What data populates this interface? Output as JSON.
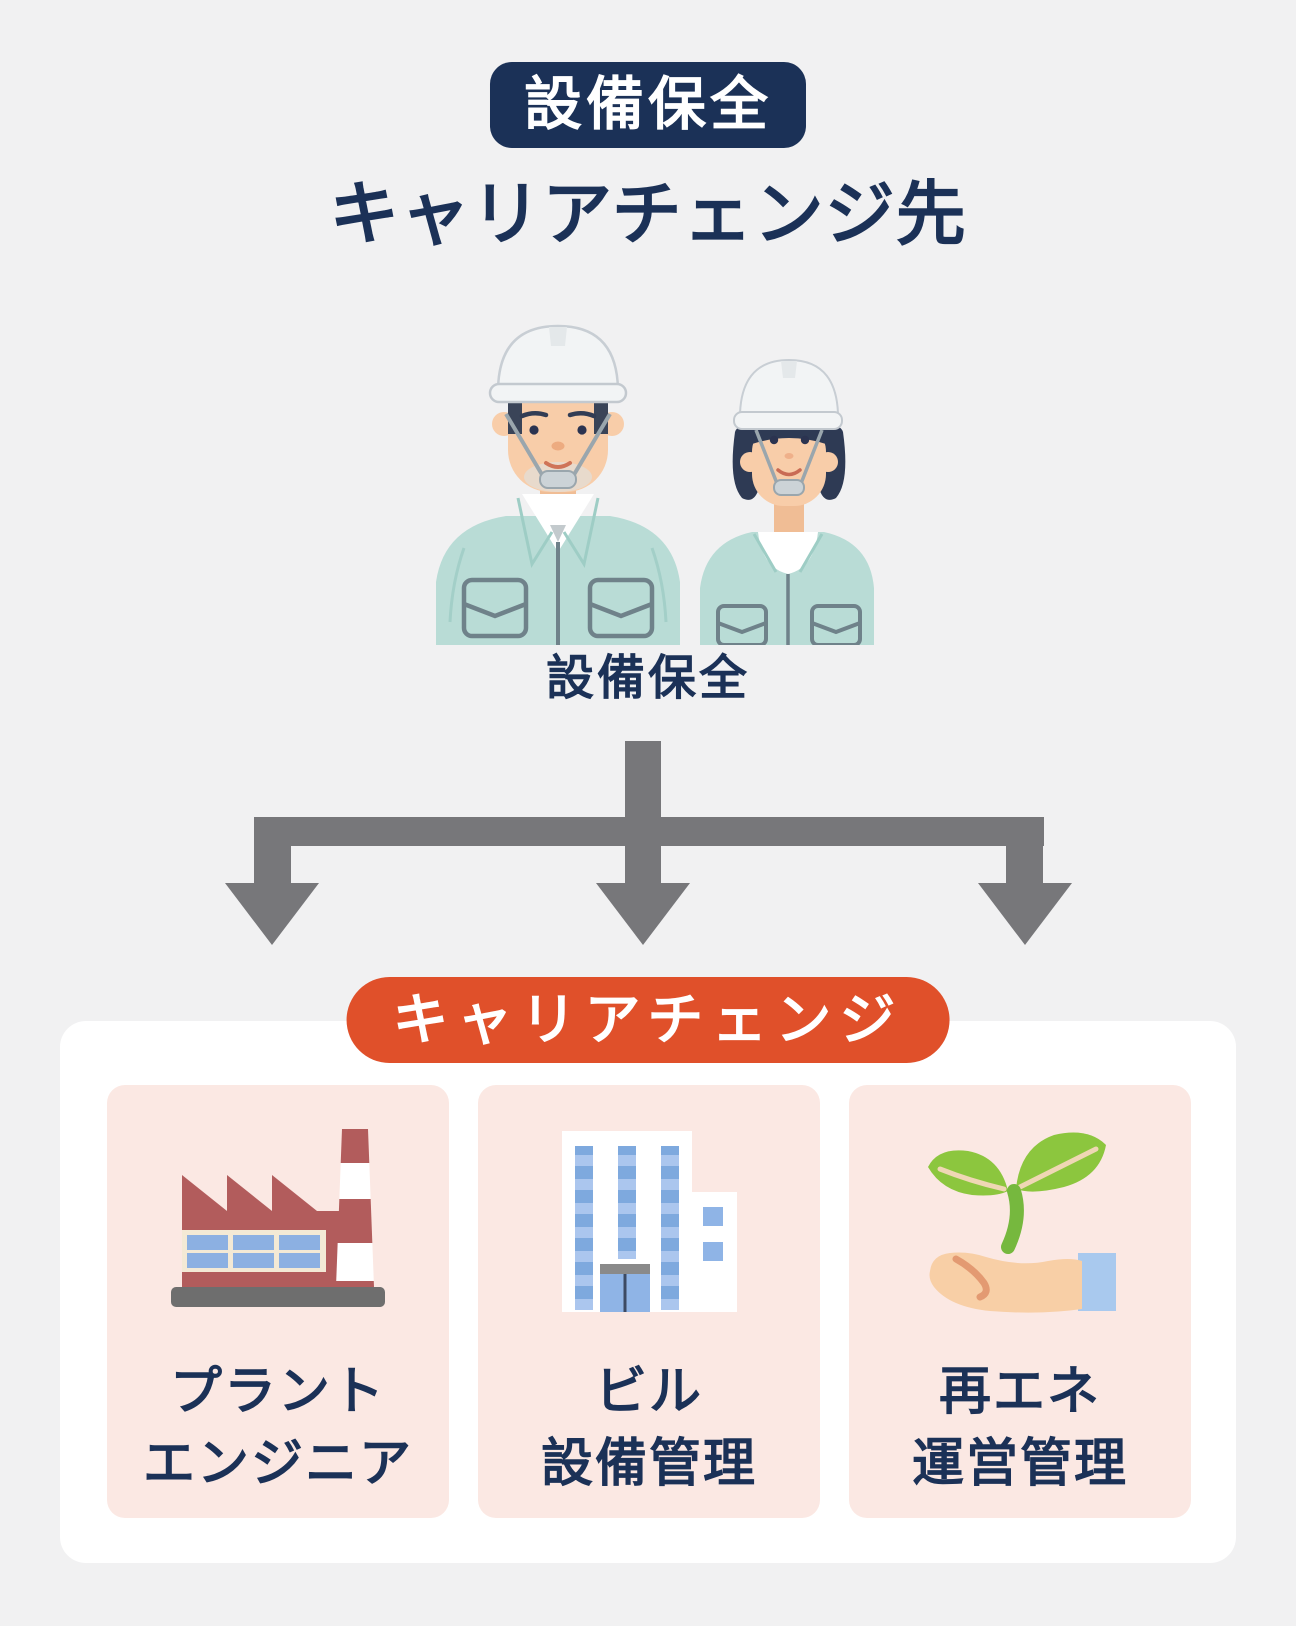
{
  "header": {
    "badge": "設備保全",
    "title": "キャリアチェンジ先"
  },
  "source": {
    "label": "設備保全",
    "illustration": "two-maintenance-workers-in-helmets"
  },
  "career": {
    "badge": "キャリアチェンジ",
    "options": [
      {
        "icon": "factory-icon",
        "label_line1": "プラント",
        "label_line2": "エンジニア"
      },
      {
        "icon": "office-building-icon",
        "label_line1": "ビル",
        "label_line2": "設備管理"
      },
      {
        "icon": "sprout-in-hand-icon",
        "label_line1": "再エネ",
        "label_line2": "運営管理"
      }
    ]
  },
  "colors": {
    "background": "#f1f1f2",
    "navy": "#1b3157",
    "orange": "#e0502a",
    "card_pink": "#fbe8e3",
    "panel_white": "#ffffff",
    "arrow_gray": "#77777a",
    "uniform_teal": "#b9dcd6",
    "factory_red": "#b25c5c",
    "window_blue": "#8fb4e6",
    "sprout_green": "#8cc63e"
  }
}
